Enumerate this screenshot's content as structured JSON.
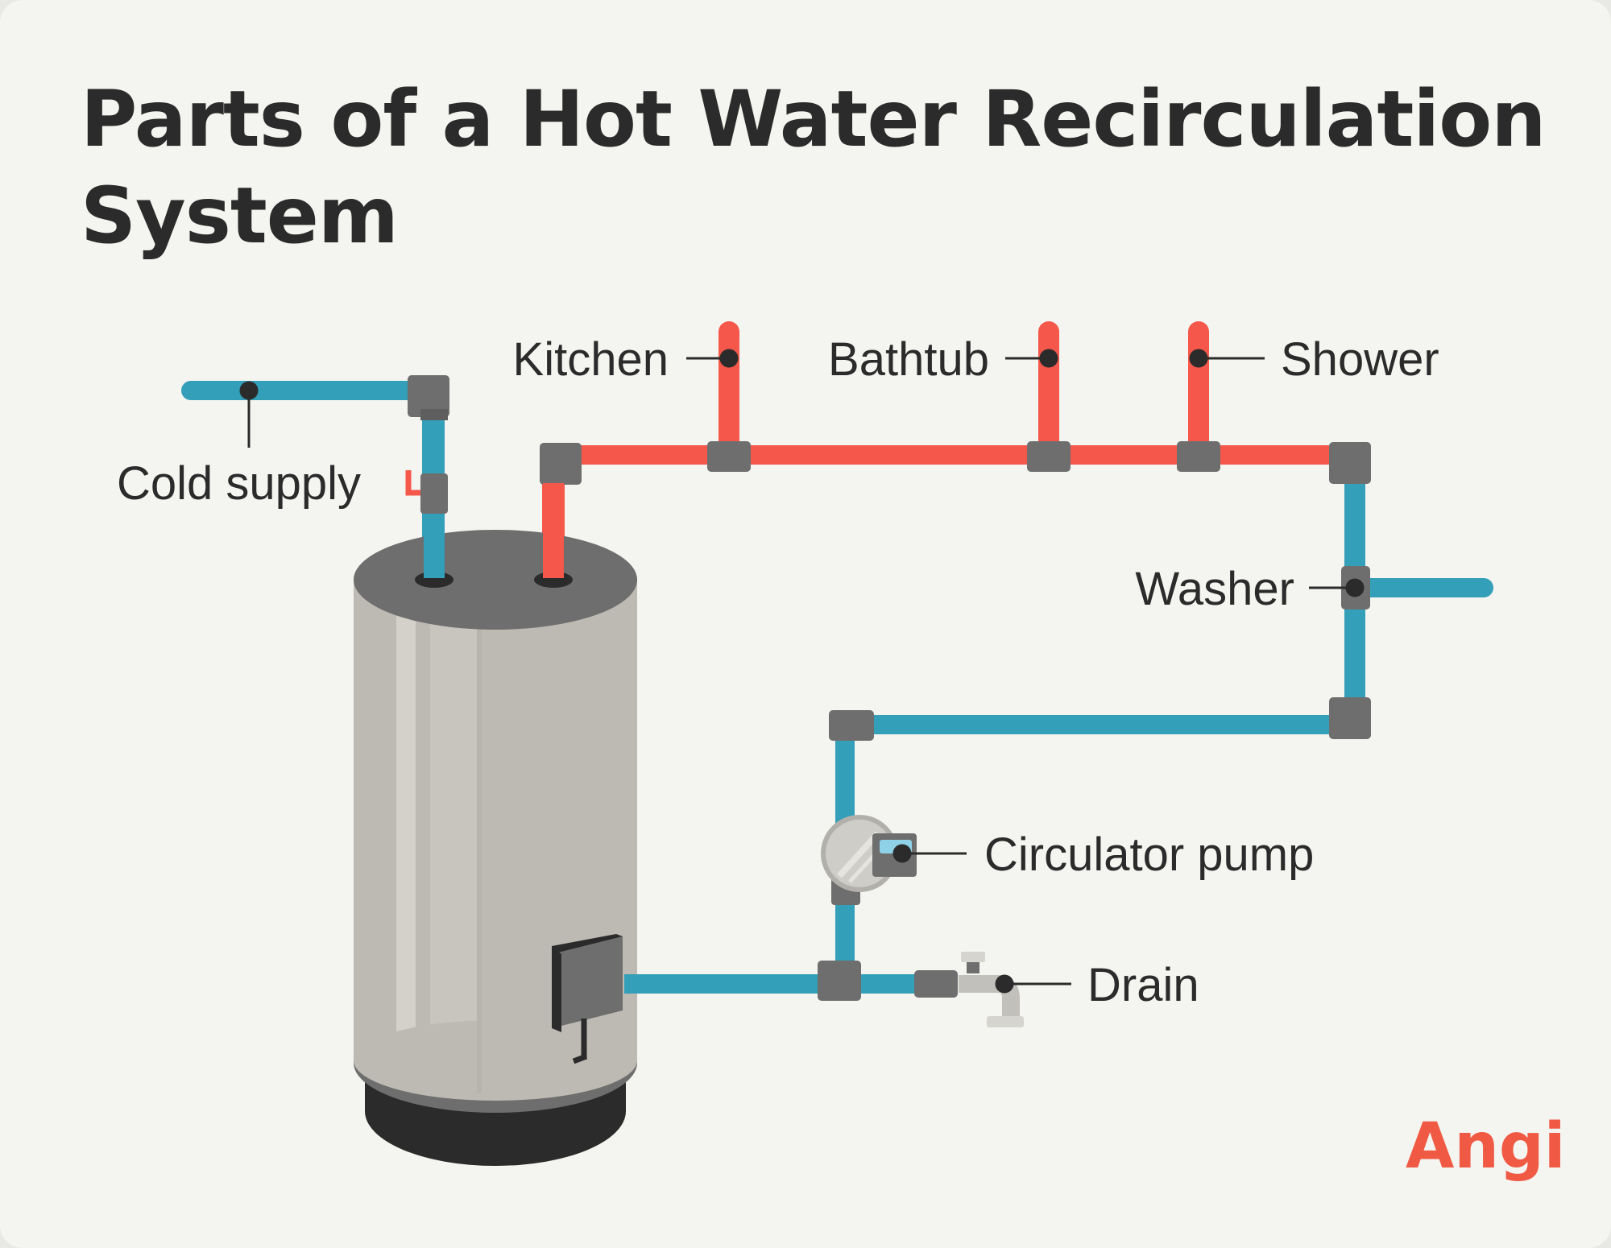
{
  "title": "Parts of a Hot Water Recirculation System",
  "labels": {
    "cold_supply": "Cold supply",
    "kitchen": "Kitchen",
    "bathtub": "Bathtub",
    "shower": "Shower",
    "washer": "Washer",
    "circulator_pump": "Circulator pump",
    "drain": "Drain"
  },
  "brand": "Angi",
  "colors": {
    "background": "#f4f4f0",
    "hot_pipe": "#f5574a",
    "cold_pipe": "#349fb8",
    "fitting": "#6e6e6e",
    "tank": "#bdbab3",
    "text": "#2b2b2b",
    "brand": "#f05a44"
  }
}
